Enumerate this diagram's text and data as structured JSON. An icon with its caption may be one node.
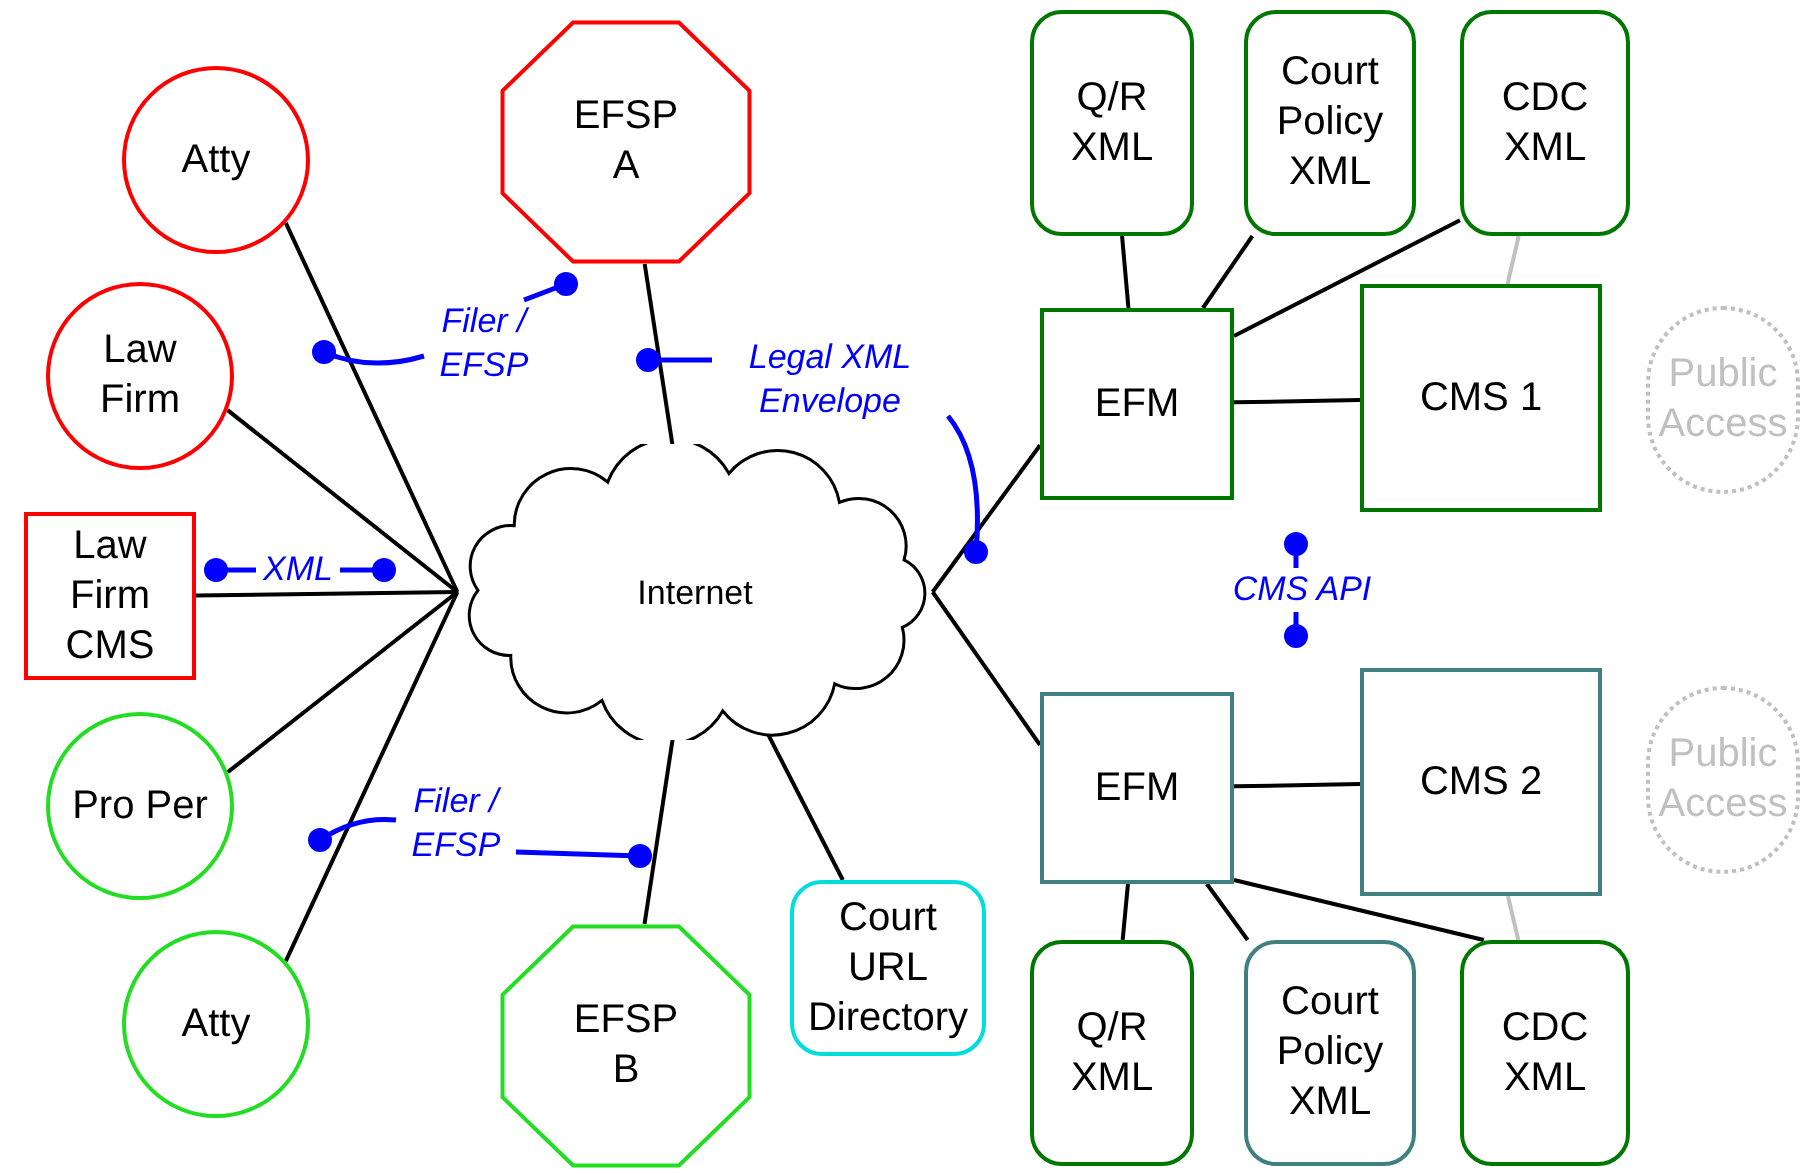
{
  "diagram": {
    "nodes": [
      {
        "text": [
          "Atty"
        ]
      },
      {
        "text": [
          "EFSP A"
        ]
      },
      {
        "text": [
          "Law Firm"
        ]
      },
      {
        "text": [
          "Law Firm CMS"
        ]
      },
      {
        "text": [
          "Internet"
        ]
      },
      {
        "text": [
          "Pro Per"
        ]
      },
      {
        "text": [
          "Atty"
        ]
      },
      {
        "text": [
          "EFSP B"
        ]
      },
      {
        "text": [
          "Court URL Directory"
        ]
      },
      {
        "text": [
          "Q/R XML"
        ]
      },
      {
        "text": [
          "Court Policy XML"
        ]
      },
      {
        "text": [
          "CDC XML"
        ]
      },
      {
        "text": [
          "EFM"
        ]
      },
      {
        "text": [
          "CMS 1"
        ]
      },
      {
        "text": [
          "Public Access"
        ]
      },
      {
        "text": [
          "EFM"
        ]
      },
      {
        "text": [
          "CMS 2"
        ]
      },
      {
        "text": [
          "Public Access"
        ]
      },
      {
        "text": [
          "Q/R XML"
        ]
      },
      {
        "text": [
          "Court Policy XML"
        ]
      },
      {
        "text": [
          "CDC XML"
        ]
      },
      {
        "text": [
          "Filer / EFSP"
        ]
      },
      {
        "text": [
          "Legal XML Envelope"
        ]
      },
      {
        "text": [
          "XML"
        ]
      },
      {
        "text": [
          "CMS API"
        ]
      },
      {
        "text": [
          "Filer / EFSP"
        ]
      }
    ],
    "edges": [
      {
        "from": 0,
        "to": 4,
        "arrow": "none"
      },
      {
        "from": 1,
        "to": 4,
        "arrow": "none"
      },
      {
        "from": 2,
        "to": 4,
        "arrow": "none"
      },
      {
        "from": 3,
        "to": 4,
        "arrow": "none"
      },
      {
        "from": 5,
        "to": 4,
        "arrow": "none"
      },
      {
        "from": 6,
        "to": 4,
        "arrow": "none"
      },
      {
        "from": 7,
        "to": 4,
        "arrow": "none"
      },
      {
        "from": 8,
        "to": 4,
        "arrow": "none"
      },
      {
        "from": 12,
        "to": 4,
        "arrow": "none"
      },
      {
        "from": 15,
        "to": 4,
        "arrow": "none"
      },
      {
        "from": 9,
        "to": 12,
        "arrow": "none"
      },
      {
        "from": 10,
        "to": 12,
        "arrow": "none"
      },
      {
        "from": 11,
        "to": 12,
        "arrow": "none"
      },
      {
        "from": 12,
        "to": 13,
        "arrow": "none"
      },
      {
        "from": 11,
        "to": 13,
        "arrow": "none",
        "color": "#c0c0c0"
      },
      {
        "from": 15,
        "to": 16,
        "arrow": "none"
      },
      {
        "from": 15,
        "to": 18,
        "arrow": "none"
      },
      {
        "from": 15,
        "to": 19,
        "arrow": "none"
      },
      {
        "from": 15,
        "to": 20,
        "arrow": "none"
      },
      {
        "from": 16,
        "to": 20,
        "arrow": "none",
        "color": "#c0c0c0"
      },
      {
        "from": 21,
        "to": null,
        "arrow": "other",
        "color": "#0000ff"
      },
      {
        "from": 21,
        "to": null,
        "arrow": "other",
        "color": "#0000ff"
      },
      {
        "from": 22,
        "to": null,
        "arrow": "other",
        "color": "#0000ff"
      },
      {
        "from": 22,
        "to": null,
        "arrow": "other",
        "color": "#0000ff"
      },
      {
        "from": 23,
        "to": null,
        "arrow": "other",
        "color": "#0000ff"
      },
      {
        "from": 23,
        "to": null,
        "arrow": "other",
        "color": "#0000ff"
      },
      {
        "from": 24,
        "to": null,
        "arrow": "other",
        "color": "#0000ff"
      },
      {
        "from": 24,
        "to": null,
        "arrow": "other",
        "color": "#0000ff"
      },
      {
        "from": 25,
        "to": null,
        "arrow": "other",
        "color": "#0000ff"
      },
      {
        "from": 25,
        "to": null,
        "arrow": "other",
        "color": "#0000ff"
      }
    ]
  }
}
